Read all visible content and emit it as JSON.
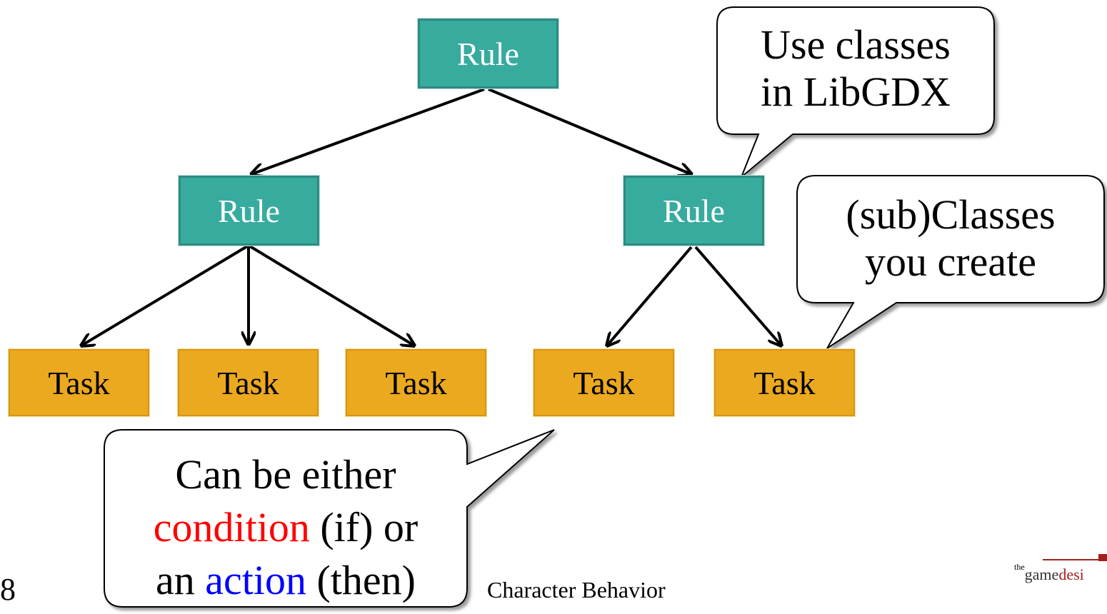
{
  "diagram": {
    "root": {
      "label": "Rule"
    },
    "rules": [
      {
        "label": "Rule"
      },
      {
        "label": "Rule"
      }
    ],
    "tasks": [
      {
        "label": "Task"
      },
      {
        "label": "Task"
      },
      {
        "label": "Task"
      },
      {
        "label": "Task"
      },
      {
        "label": "Task"
      }
    ]
  },
  "callouts": {
    "libgdx": {
      "line1": "Use classes",
      "line2": "in LibGDX"
    },
    "subclasses": {
      "line1": "(sub)Classes",
      "line2": "you create"
    },
    "condition": {
      "line1": "Can be either",
      "line2_colored": "condition",
      "line2_rest": " (if) or",
      "line3_pre": "an ",
      "line3_colored": "action",
      "line3_rest": " (then)"
    }
  },
  "footer": {
    "page_number": "8",
    "title": "Character Behavior",
    "logo_small": "the",
    "logo_black": "game",
    "logo_red": "desi"
  },
  "colors": {
    "rule_fill": "#38ab9f",
    "task_fill": "#eba91f",
    "condition": "#ff0000",
    "action": "#0000ff",
    "logo_red": "#a31f1f"
  }
}
